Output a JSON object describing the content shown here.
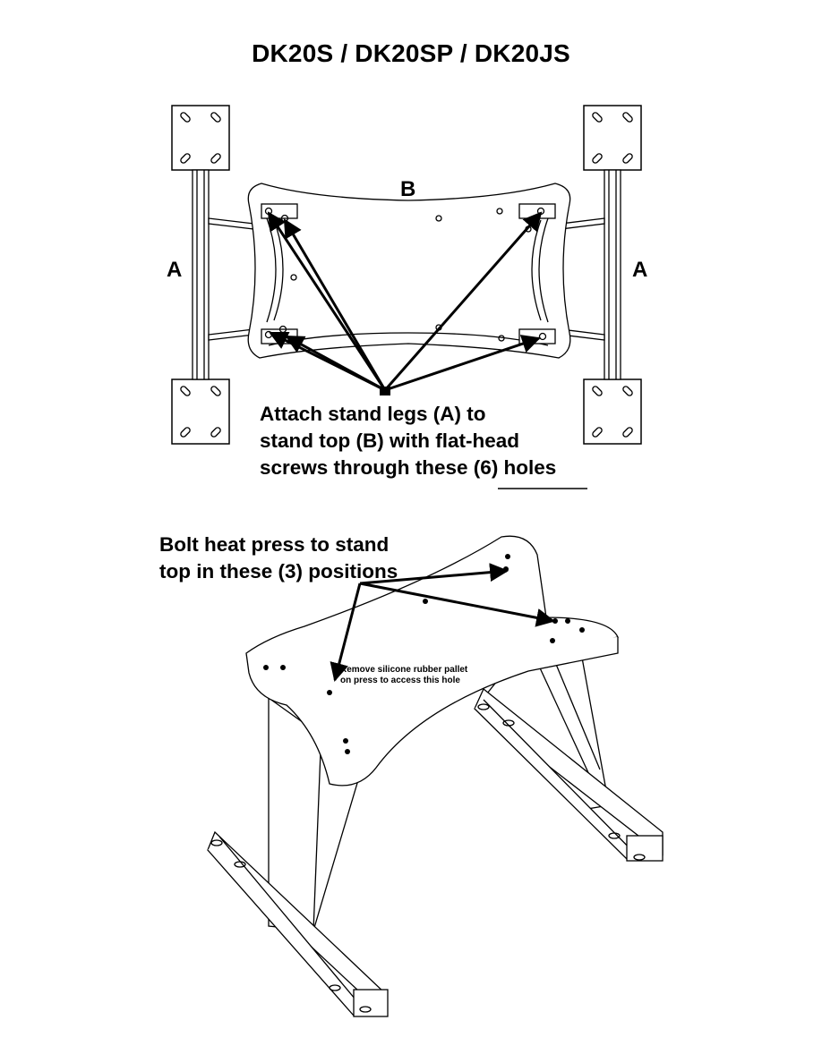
{
  "page": {
    "title": "DK20S / DK20SP / DK20JS"
  },
  "top_view": {
    "leg_label_left": "A",
    "leg_label_right": "A",
    "top_label": "B",
    "instruction_lines": [
      "Attach stand legs (A) to",
      "stand top (B) with flat-head",
      "screws through these (6) holes"
    ]
  },
  "iso_view": {
    "instruction_lines": [
      "Bolt heat press to stand",
      "top in these (3) positions"
    ],
    "hole_note_lines": [
      "Remove silicone rubber pallet",
      "on press to access this hole"
    ]
  }
}
